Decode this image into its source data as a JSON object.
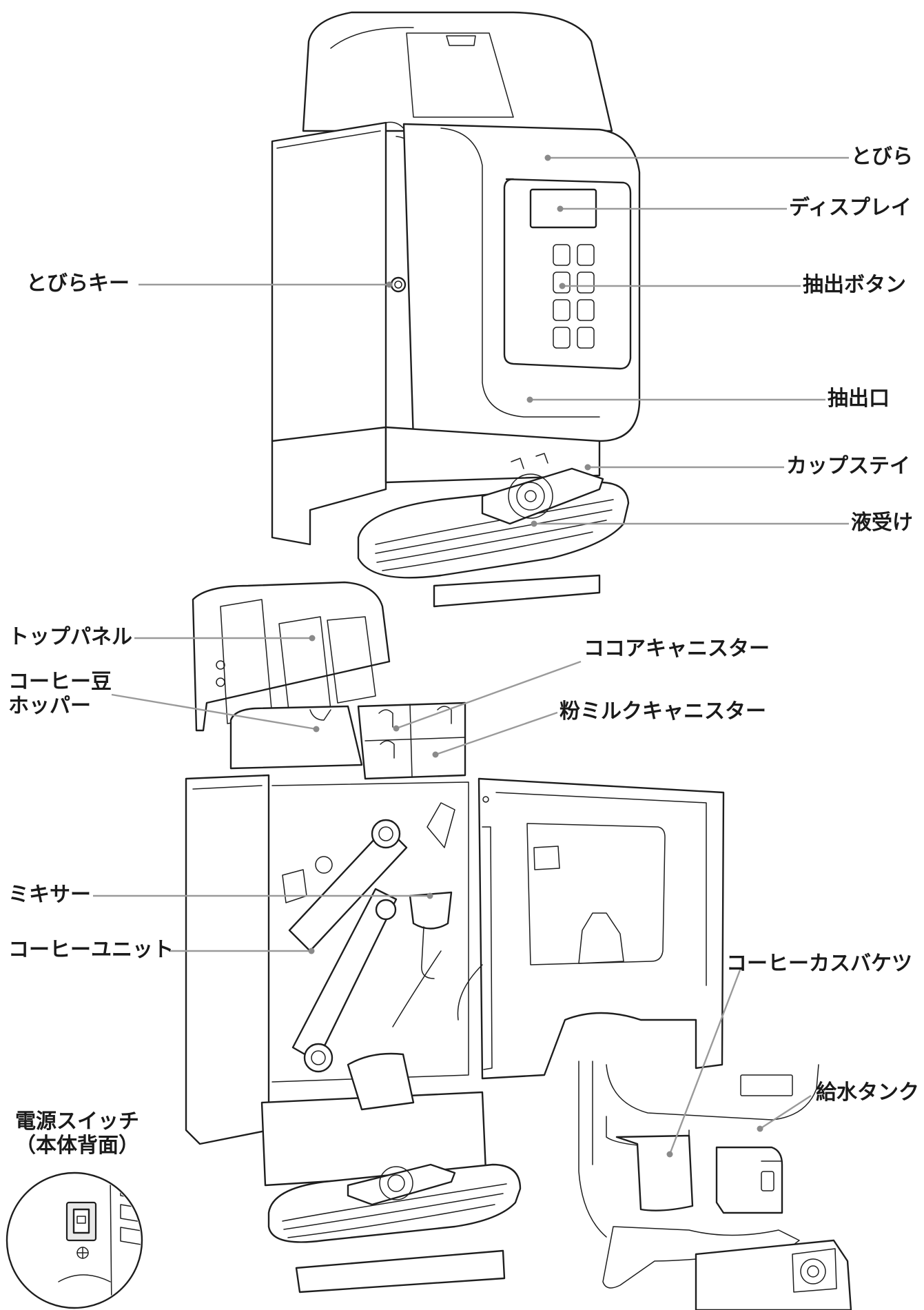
{
  "labels": {
    "door": "とびら",
    "display": "ディスプレイ",
    "brew_buttons": "抽出ボタン",
    "door_key": "とびらキー",
    "spout": "抽出口",
    "cup_stay": "カップステイ",
    "drip_tray": "液受け",
    "top_panel": "トップパネル",
    "cocoa_canister": "ココアキャニスター",
    "bean_hopper_line1": "コーヒー豆",
    "bean_hopper_line2": "ホッパー",
    "milk_canister": "粉ミルクキャニスター",
    "mixer": "ミキサー",
    "coffee_unit": "コーヒーユニット",
    "grounds_bucket": "コーヒーカスバケツ",
    "water_tank": "給水タンク",
    "power_switch_line1": "電源スイッチ",
    "power_switch_line2": "（本体背面）"
  },
  "colors": {
    "line_art": "#1e1e1e",
    "leader": "#9a9a9a",
    "background": "#ffffff"
  }
}
